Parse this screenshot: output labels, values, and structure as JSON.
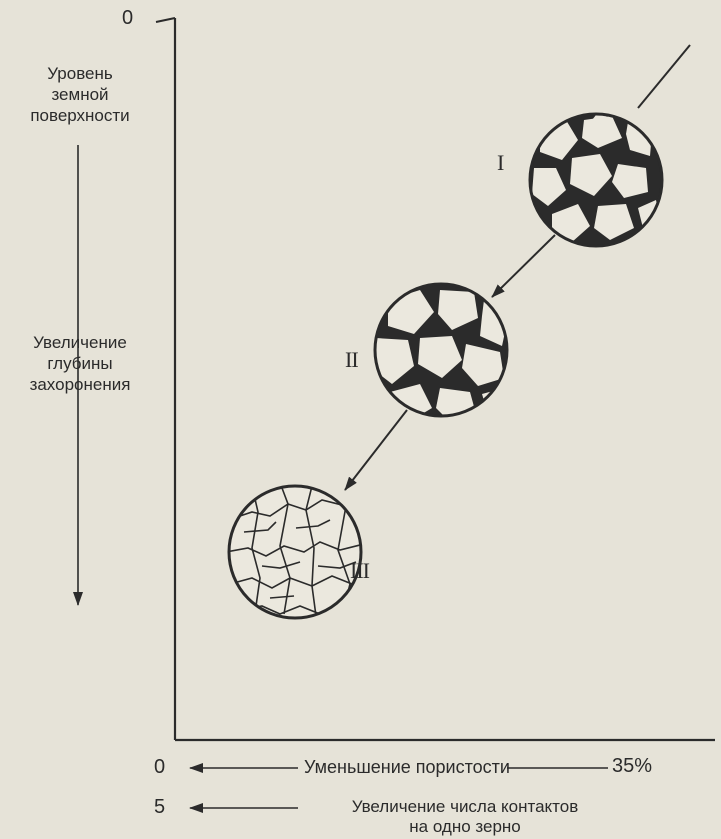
{
  "axis": {
    "top_zero": "0",
    "surface_label": "Уровень\nземной\nповерхности",
    "depth_label": "Увеличение\nглубины\nзахоронения"
  },
  "bottom": {
    "porosity_start": "0",
    "porosity_label": "Уменьшение пористости",
    "porosity_end": "35%",
    "contacts_start": "5",
    "contacts_label": "Увеличение числа контактов\nна одно зерно"
  },
  "stages": {
    "stage1": "I",
    "stage2": "II",
    "stage3": "III"
  },
  "colors": {
    "ink": "#2b2b2b",
    "paper": "#e6e3d8",
    "pore_fill": "#2b2b2b"
  }
}
